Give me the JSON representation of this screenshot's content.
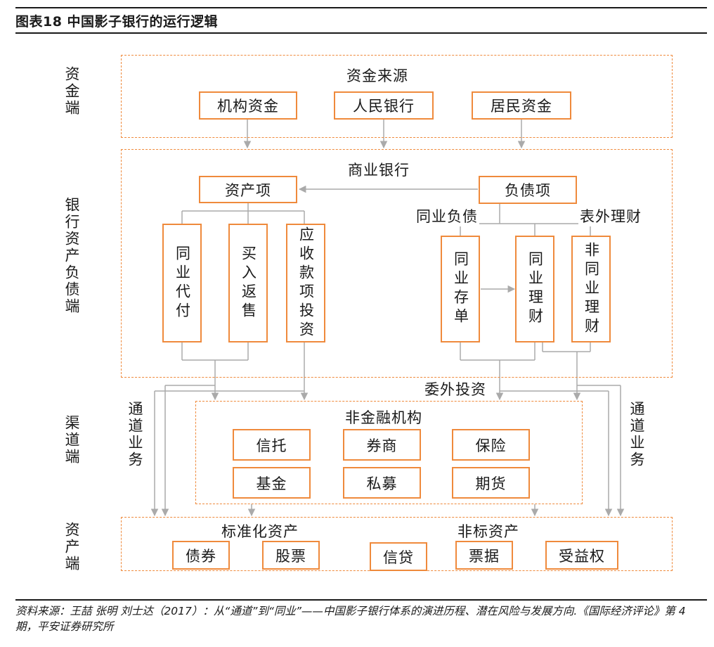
{
  "title": "图表18    中国影子银行的运行逻辑",
  "side_labels": {
    "funding_end": "资金端",
    "bank_end": "银行资产负债端",
    "channel_end": "渠道端",
    "asset_end": "资产端"
  },
  "funding": {
    "header": "资金来源",
    "items": [
      "机构资金",
      "人民银行",
      "居民资金"
    ]
  },
  "bank": {
    "header": "商业银行",
    "assets_item": "资产项",
    "liabilities_item": "负债项",
    "interbank_liabilities": "同业负债",
    "off_balance_wealth": "表外理财",
    "asset_types": [
      "同业代付",
      "买入返售",
      "应收款项投资"
    ],
    "liability_types": [
      "同业存单",
      "同业理财",
      "非同业理财"
    ]
  },
  "channel": {
    "outsourced_investment": "委外投资",
    "channel_business": "通道业务",
    "nonbank_header": "非金融机构",
    "institutions": [
      "信托",
      "券商",
      "保险",
      "基金",
      "私募",
      "期货"
    ]
  },
  "assets": {
    "standard_header": "标准化资产",
    "standard_items": [
      "债券",
      "股票"
    ],
    "nonstandard_header": "非标资产",
    "nonstandard_items": [
      "信贷",
      "票据",
      "受益权"
    ]
  },
  "footer": "资料来源：王喆 张明 刘士达（2017）：从“通道”到“同业”——中国影子银行体系的演进历程、潜在风险与发展方向.《国际经济评论》第 4 期，平安证券研究所",
  "colors": {
    "accent": "#ef8a3c",
    "connector": "#aaaaaa",
    "text": "#1a1a1a"
  }
}
